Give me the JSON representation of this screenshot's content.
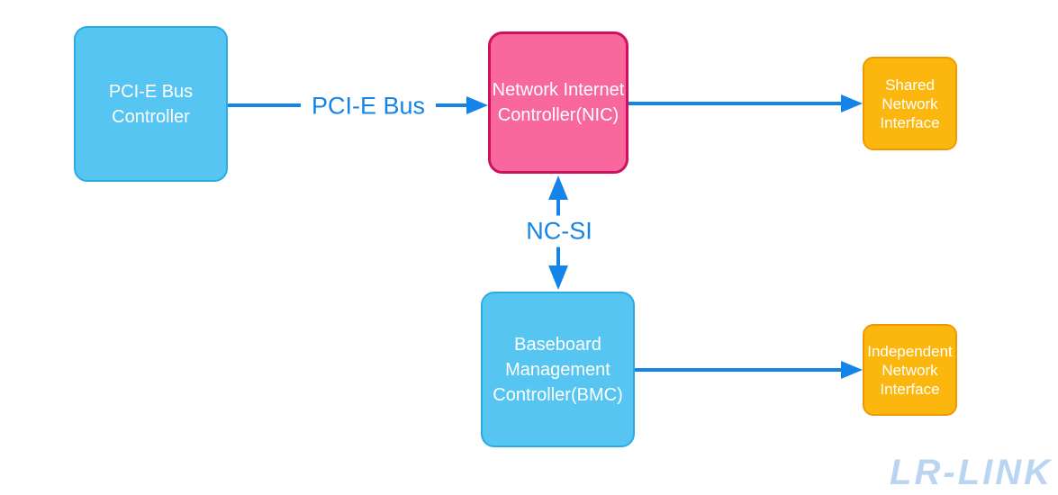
{
  "diagram": {
    "nodes": {
      "pcie": {
        "label": "PCI-E Bus\nController",
        "color": "#57C5F2",
        "border": "#29ACE3"
      },
      "nic": {
        "label": "Network Internet\nController(NIC)",
        "color": "#F8689D",
        "border": "#D0105F"
      },
      "shared": {
        "label": "Shared\nNetwork\nInterface",
        "color": "#FCB70E",
        "border": "#EF9803"
      },
      "bmc": {
        "label": "Baseboard\nManagement\nController(BMC)",
        "color": "#57C5F2",
        "border": "#29ACE3"
      },
      "independent": {
        "label": "Independent\nNetwork\nInterface",
        "color": "#FCB70E",
        "border": "#EF9803"
      }
    },
    "edges": {
      "pcie_to_nic": {
        "label": "PCI-E Bus",
        "direction": "right"
      },
      "nic_to_shared": {
        "label": "",
        "direction": "right"
      },
      "nic_to_bmc": {
        "label": "NC-SI",
        "direction": "both"
      },
      "bmc_to_independent": {
        "label": "",
        "direction": "right"
      }
    },
    "edge_color": "#1584E8",
    "node_text_color": "#FFFFFF",
    "background": "#FFFFFF"
  },
  "watermark": {
    "text": "LR-LINK",
    "color": "#B9D5F2"
  }
}
